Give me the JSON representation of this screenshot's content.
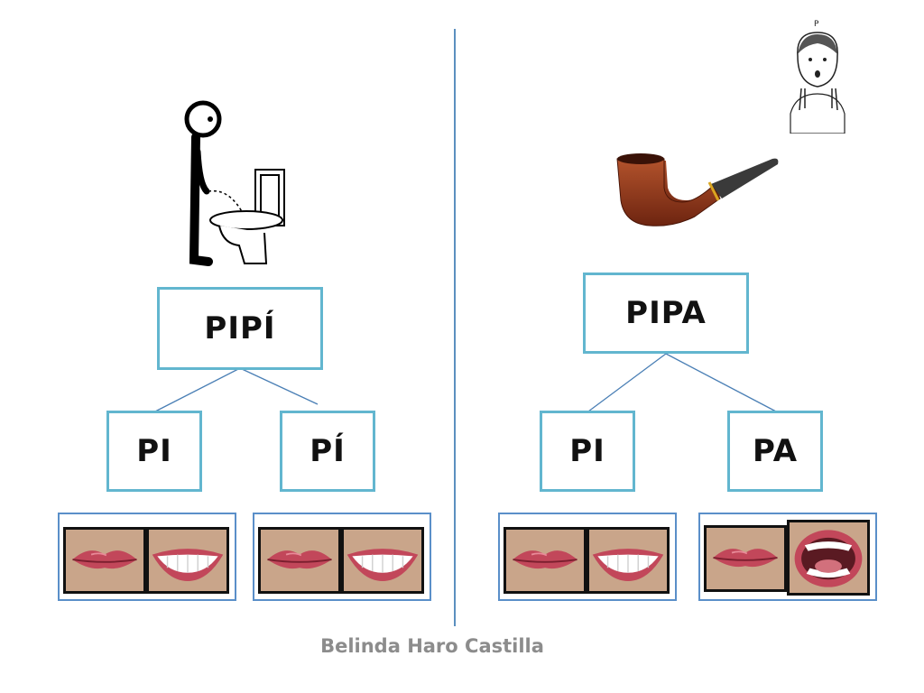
{
  "left": {
    "word": "PIPÍ",
    "syllables": [
      "PI",
      "PÍ"
    ],
    "illustration": "person-urinating-icon"
  },
  "right": {
    "word": "PIPA",
    "syllables": [
      "PI",
      "PA"
    ],
    "illustration": "pipe-icon"
  },
  "corner_sign": "P",
  "mouth_shapes": {
    "closed": "lips-closed-image",
    "smile": "lips-smile-image",
    "open": "mouth-open-image"
  },
  "author": "Belinda Haro Castilla",
  "colors": {
    "box_border": "#62b6cf",
    "mouth_group_border": "#5a8fc9",
    "divider": "#5b8fbf",
    "footer_text": "#8c8c8c"
  }
}
